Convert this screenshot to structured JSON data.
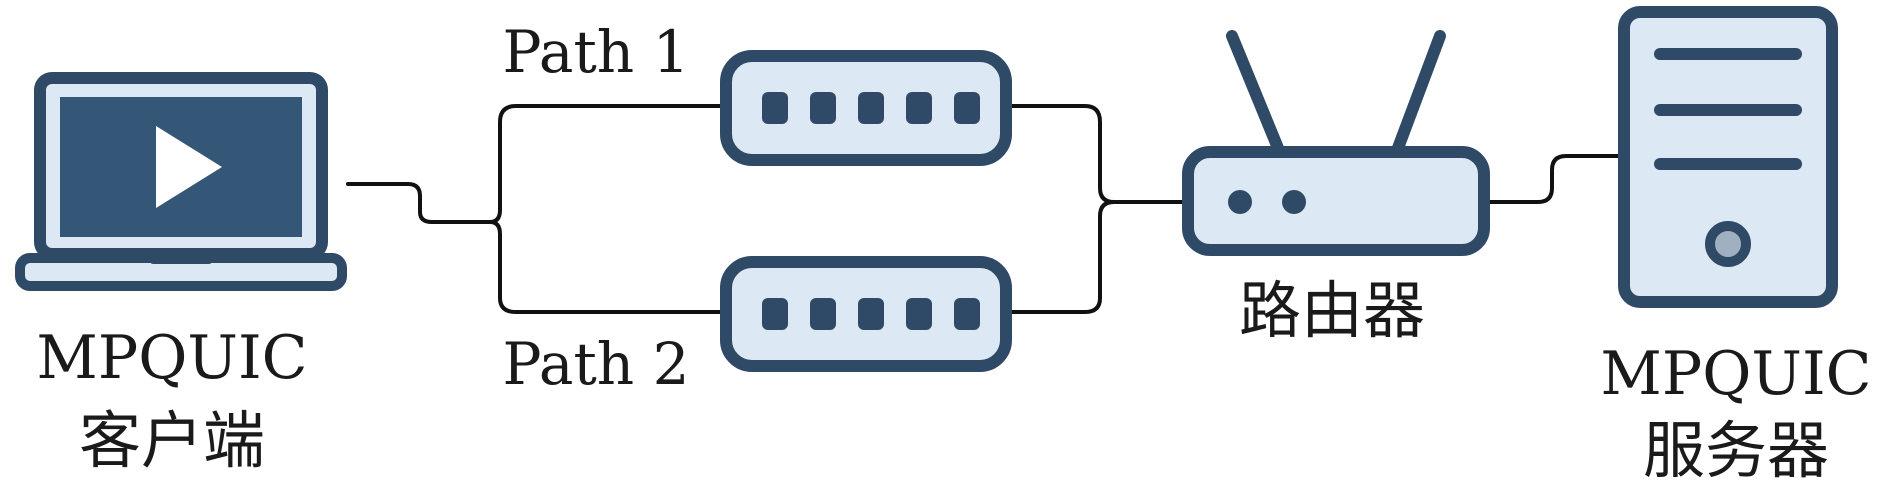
{
  "labels": {
    "path1": "Path 1",
    "path2": "Path 2",
    "client_line1": "MPQUIC",
    "client_line2": "客户端",
    "router": "路由器",
    "server_line1": "MPQUIC",
    "server_line2": "服务器"
  },
  "colors": {
    "outline": "#2f4a66",
    "fill_light": "#dce9f4",
    "screen": "#355777",
    "wire": "#111111",
    "play": "#ffffff",
    "port": "#2f4a66",
    "server_button_center": "#9fb0c0"
  },
  "icons": {
    "client": "laptop-play-icon",
    "switch": "network-switch-icon",
    "router": "wifi-router-icon",
    "server": "server-tower-icon"
  }
}
